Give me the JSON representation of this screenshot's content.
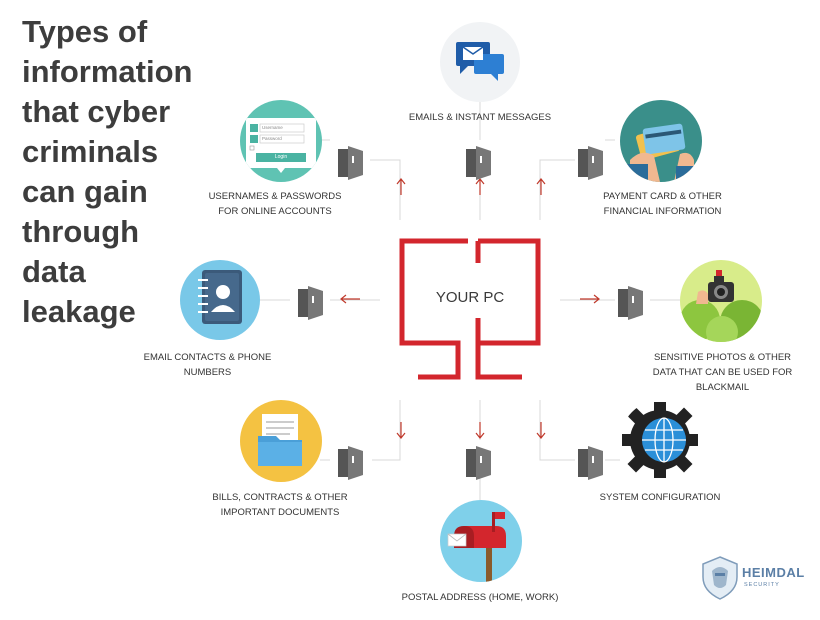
{
  "title": "Types of\ninformation\nthat cyber\ncriminals\ncan gain\nthrough\ndata\nleakage",
  "center": "YOUR PC",
  "nodes": {
    "emails": "EMAILS & INSTANT MESSAGES",
    "usernames_1": "USERNAMES & PASSWORDS",
    "usernames_2": "FOR ONLINE ACCOUNTS",
    "payment_1": "PAYMENT CARD & OTHER",
    "payment_2": "FINANCIAL INFORMATION",
    "contacts_1": "EMAIL CONTACTS & PHONE",
    "contacts_2": "NUMBERS",
    "photos_1": "SENSITIVE PHOTOS & OTHER",
    "photos_2": "DATA THAT CAN BE USED FOR",
    "photos_3": "BLACKMAIL",
    "bills_1": "BILLS, CONTRACTS & OTHER",
    "bills_2": "IMPORTANT DOCUMENTS",
    "system": "SYSTEM CONFIGURATION",
    "postal": "POSTAL ADDRESS (HOME, WORK)"
  },
  "login_card": {
    "username": "Username",
    "password": "Password",
    "button": "Login"
  },
  "logo": {
    "name": "HEIMDAL",
    "sub": "SECURITY"
  },
  "colors": {
    "accent_red": "#d3262d",
    "arrow_red": "#c0392b",
    "text_dark": "#3d3d3d",
    "connector_gray": "#d6d6d6",
    "door_gray": "#5c5c5c",
    "logo_blue": "#5b7fa6"
  }
}
